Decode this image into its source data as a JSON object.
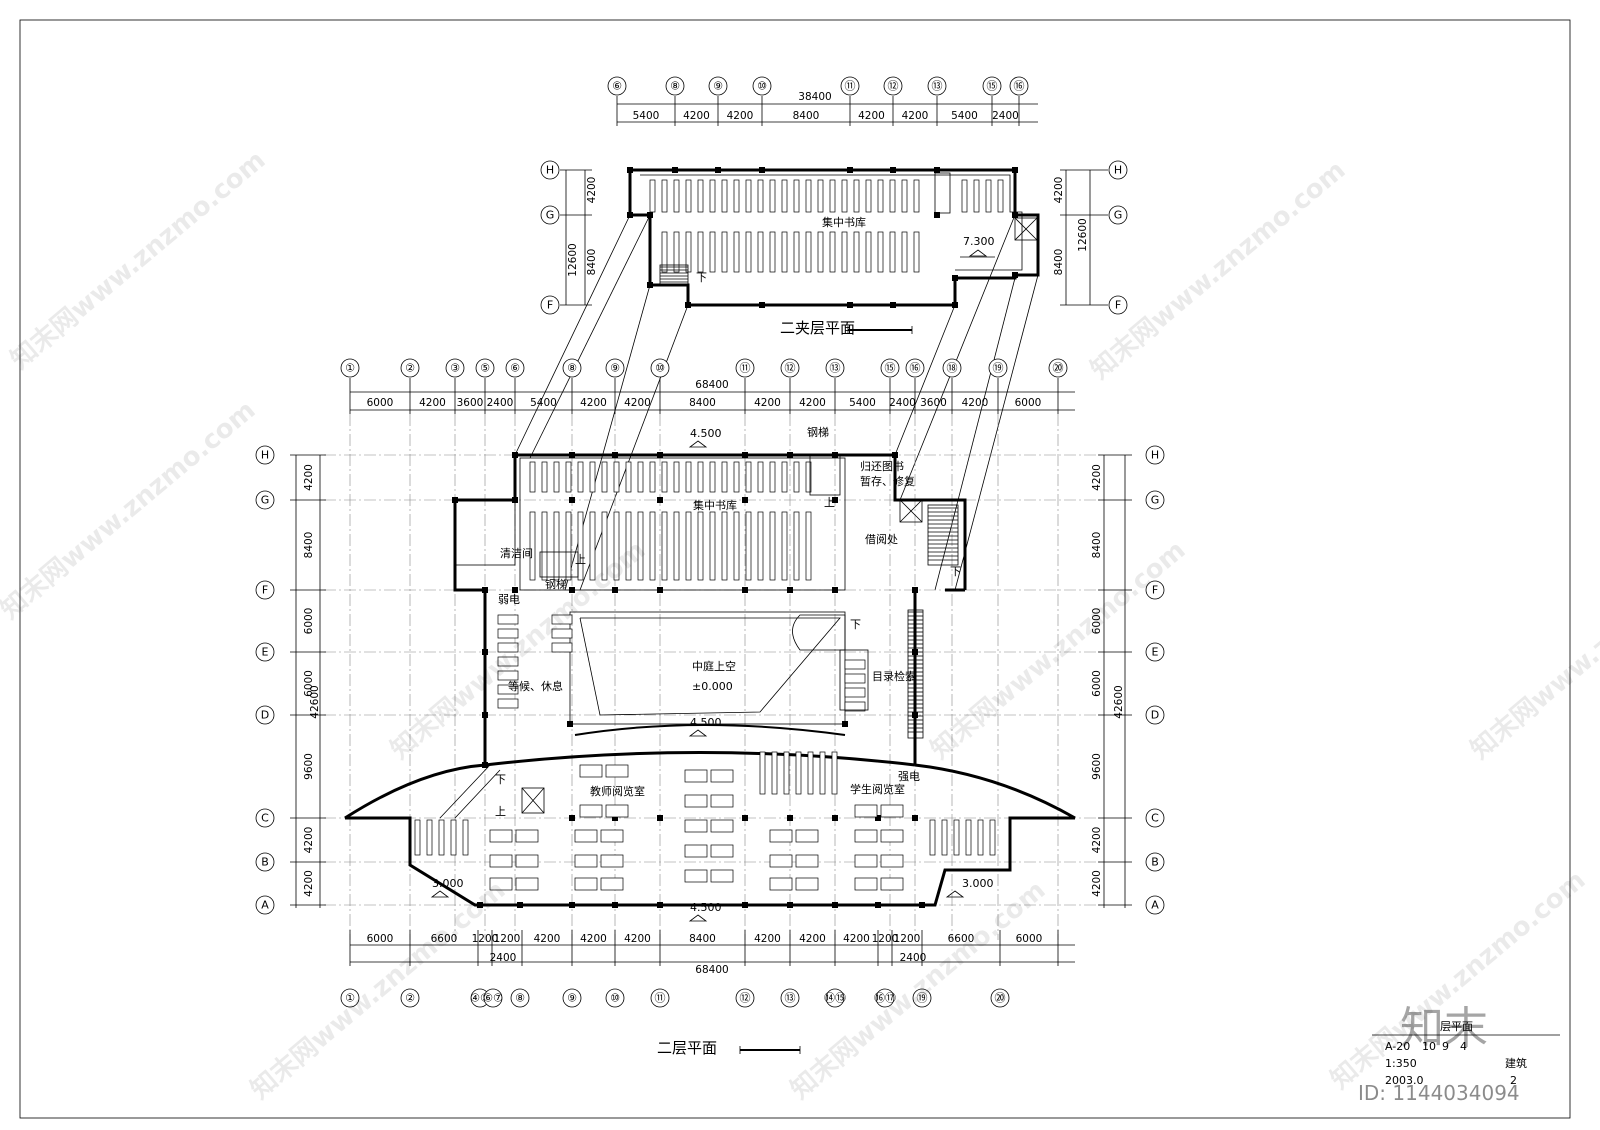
{
  "mezzanine": {
    "title": "二夹层平面",
    "axes_top": [
      "⑥",
      "⑧",
      "⑨",
      "⑩",
      "⑪",
      "⑫",
      "⑬",
      "⑮",
      "⑯"
    ],
    "dims_top": [
      "5400",
      "4200",
      "4200",
      "8400",
      "4200",
      "4200",
      "5400",
      "2400"
    ],
    "total_top": "38400",
    "axes_side": [
      "H",
      "G",
      "F"
    ],
    "dims_left": [
      "4200",
      "8400"
    ],
    "total_left": "12600",
    "dims_right": [
      "4200",
      "8400"
    ],
    "total_right": "12600",
    "room_book": "集中书库",
    "elevation": "7.300",
    "stair_down": "下"
  },
  "floor2": {
    "title": "二层平面",
    "axes_top": [
      "①",
      "②",
      "③",
      "⑤",
      "⑥",
      "⑧",
      "⑨",
      "⑩",
      "⑪",
      "⑫",
      "⑬",
      "⑮",
      "⑯",
      "⑱",
      "⑲",
      "⑳"
    ],
    "dims_top": [
      "6000",
      "4200",
      "3600",
      "2400",
      "5400",
      "4200",
      "4200",
      "8400",
      "4200",
      "4200",
      "5400",
      "2400",
      "3600",
      "4200",
      "6000"
    ],
    "total_top": "68400",
    "axes_bottom": [
      "①",
      "②",
      "④⑤",
      "⑥⑦",
      "⑧",
      "⑨",
      "⑩",
      "⑪",
      "⑫",
      "⑬",
      "⑭⑮",
      "⑯⑰",
      "⑲",
      "⑳"
    ],
    "dims_bottom": [
      "6000",
      "6600",
      "1200",
      "1200",
      "4200",
      "4200",
      "4200",
      "8400",
      "4200",
      "4200",
      "4200",
      "1200",
      "1200",
      "6600",
      "6000"
    ],
    "bottom_2400_left": "2400",
    "bottom_2400_right": "2400",
    "total_bottom": "68400",
    "axes_side": [
      "H",
      "G",
      "F",
      "E",
      "D",
      "C",
      "B",
      "A"
    ],
    "dims_left": [
      "4200",
      "8400",
      "6000",
      "6000",
      "9600",
      "4200",
      "4200"
    ],
    "total_left": "42600",
    "dims_right": [
      "4200",
      "8400",
      "6000",
      "6000",
      "9600",
      "4200",
      "4200"
    ],
    "total_right": "42600",
    "rooms": {
      "book": "集中书库",
      "steel_stair_top": "钢梯",
      "steel_stair_left": "钢梯",
      "return": "归还图书",
      "return2": "暂存、修复",
      "lending": "借阅处",
      "cleaning": "清洁间",
      "weak": "弱电",
      "strong": "强电",
      "waiting": "等候、休息",
      "atrium": "中庭上空",
      "atrium_elev": "±0.000",
      "catalog": "目录检索",
      "teacher": "教师阅览室",
      "student": "学生阅览室",
      "up1": "上",
      "up2": "上",
      "down1": "下",
      "down2": "下",
      "down3": "下",
      "up3": "上"
    },
    "elev_top": "4.500",
    "elev_mid": "4.500",
    "elev_bottom": "4.500",
    "elev_left": "3.000",
    "elev_right": "3.000"
  },
  "title_block": {
    "line1": "层平面",
    "code": "A-20",
    "code2": "10",
    "code3": "9",
    "code4": "4",
    "scale": "1:350",
    "date": "2003.0",
    "disc": "建筑",
    "num": "2"
  },
  "watermark": {
    "brand": "知末",
    "id": "ID: 1144034094",
    "site": "知末网www.znzmo.com"
  }
}
